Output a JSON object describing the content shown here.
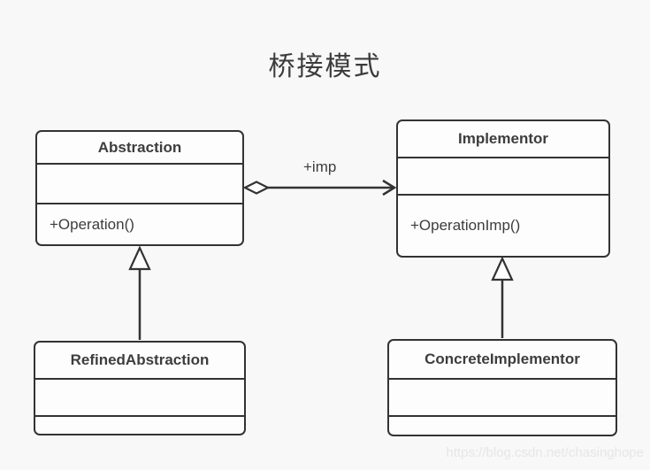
{
  "title": "桥接模式",
  "diagram": {
    "classes": [
      {
        "name": "Abstraction",
        "attributes": "",
        "methods": "+Operation()"
      },
      {
        "name": "Implementor",
        "attributes": "",
        "methods": "+OperationImp()"
      },
      {
        "name": "RefinedAbstraction",
        "attributes": "",
        "methods": ""
      },
      {
        "name": "ConcreteImplementor",
        "attributes": "",
        "methods": ""
      }
    ],
    "relations": [
      {
        "type": "aggregation",
        "label": "+imp",
        "from": "Abstraction",
        "to": "Implementor"
      },
      {
        "type": "inheritance",
        "label": "",
        "from": "RefinedAbstraction",
        "to": "Abstraction"
      },
      {
        "type": "inheritance",
        "label": "",
        "from": "ConcreteImplementor",
        "to": "Implementor"
      }
    ]
  },
  "watermark": "https://blog.csdn.net/chasinghope",
  "colors": {
    "background": "#f8f8f8",
    "box_fill": "#fdfdfd",
    "stroke": "#333333",
    "text": "#3d3d3d",
    "watermark": "#e6e6e6"
  }
}
